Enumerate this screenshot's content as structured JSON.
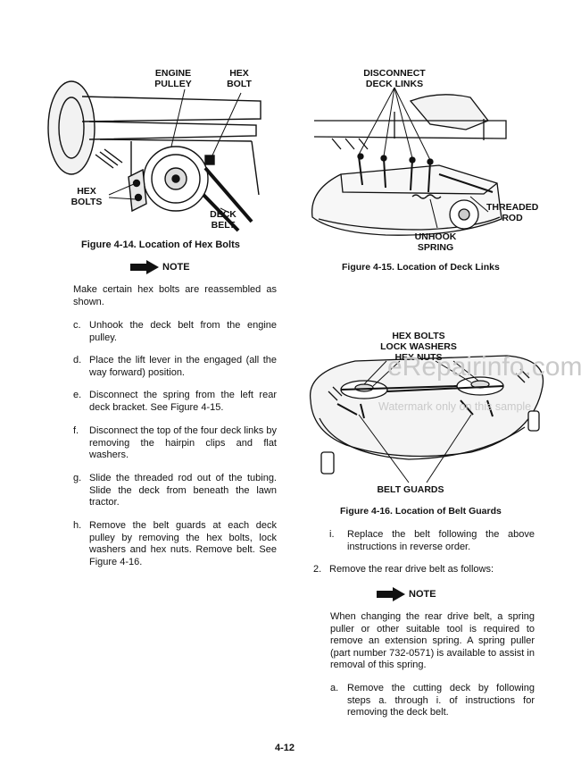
{
  "figures": {
    "fig14": {
      "caption": "Figure 4-14.  Location of Hex Bolts",
      "callouts": {
        "engine_pulley": "ENGINE\nPULLEY",
        "hex_bolt": "HEX\nBOLT",
        "hex_bolts": "HEX\nBOLTS",
        "deck_belt": "DECK\nBELT"
      }
    },
    "fig15": {
      "caption": "Figure 4-15.  Location of Deck Links",
      "callouts": {
        "disconnect": "DISCONNECT\nDECK LINKS",
        "threaded_rod": "THREADED\nROD",
        "unhook_spring": "UNHOOK\nSPRING"
      }
    },
    "fig16": {
      "caption": "Figure 4-16.  Location of Belt Guards",
      "callouts": {
        "hardware": "HEX BOLTS\nLOCK WASHERS\nHEX NUTS",
        "belt_guards": "BELT GUARDS"
      }
    }
  },
  "watermark": {
    "site": "eRepairinfo.com",
    "sample": "Watermark only on this sample"
  },
  "left_column": {
    "note_label": "NOTE",
    "note_text": "Make certain hex bolts are reassembled as shown.",
    "steps": [
      {
        "label": "c.",
        "text": "Unhook the deck belt from the engine pulley."
      },
      {
        "label": "d.",
        "text": "Place the lift lever in the engaged (all the way forward) position."
      },
      {
        "label": "e.",
        "text": "Disconnect the spring from the left rear deck bracket. See Figure 4-15."
      },
      {
        "label": "f.",
        "text": "Disconnect the top of the four deck links by removing the hairpin clips and flat washers."
      },
      {
        "label": "g.",
        "text": "Slide the threaded rod out of the tubing. Slide the deck from beneath the lawn tractor."
      },
      {
        "label": "h.",
        "text": "Remove the belt guards at each deck pulley by removing the hex bolts, lock washers and hex nuts. Remove belt. See Figure 4-16."
      }
    ]
  },
  "right_column": {
    "step_i": {
      "label": "i.",
      "text": "Replace the belt following the above instructions in reverse order."
    },
    "step_2": {
      "label": "2.",
      "text": "Remove the rear drive belt as follows:"
    },
    "note_label": "NOTE",
    "note_text": "When changing the rear drive belt, a spring puller or other suitable tool is required to remove an extension spring. A spring puller (part number 732-0571) is available to assist in removal of this spring.",
    "step_a": {
      "label": "a.",
      "text": "Remove the cutting deck by following steps a. through i. of instructions for removing the deck belt."
    }
  },
  "page_number": "4-12"
}
